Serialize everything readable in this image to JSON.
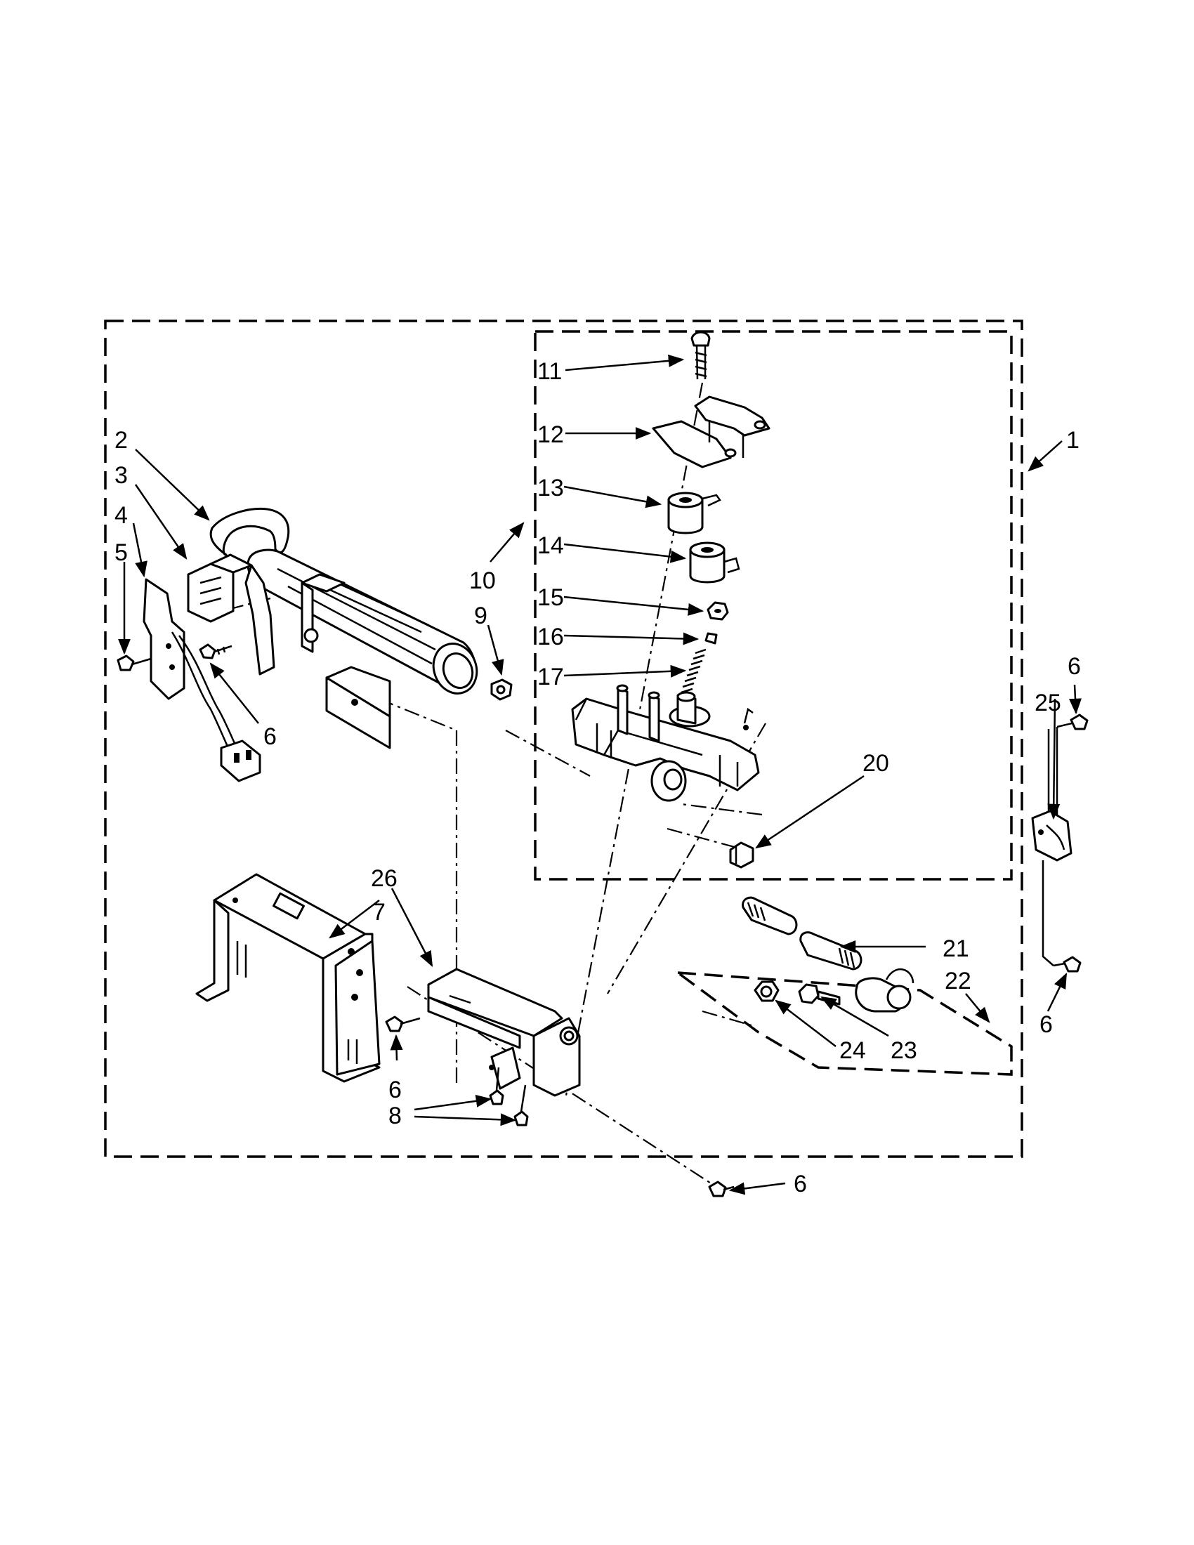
{
  "callouts": {
    "c1": "1",
    "c2": "2",
    "c3": "3",
    "c4": "4",
    "c5": "5",
    "c6a": "6",
    "c6b": "6",
    "c6c": "6",
    "c6d": "6",
    "c6e": "6",
    "c6f": "6",
    "c7": "7",
    "c8": "8",
    "c9": "9",
    "c10": "10",
    "c11": "11",
    "c12": "12",
    "c13": "13",
    "c14": "14",
    "c15": "15",
    "c16": "16",
    "c17": "17",
    "c20": "20",
    "c21": "21",
    "c22": "22",
    "c23": "23",
    "c24": "24",
    "c25": "25",
    "c26": "26"
  }
}
